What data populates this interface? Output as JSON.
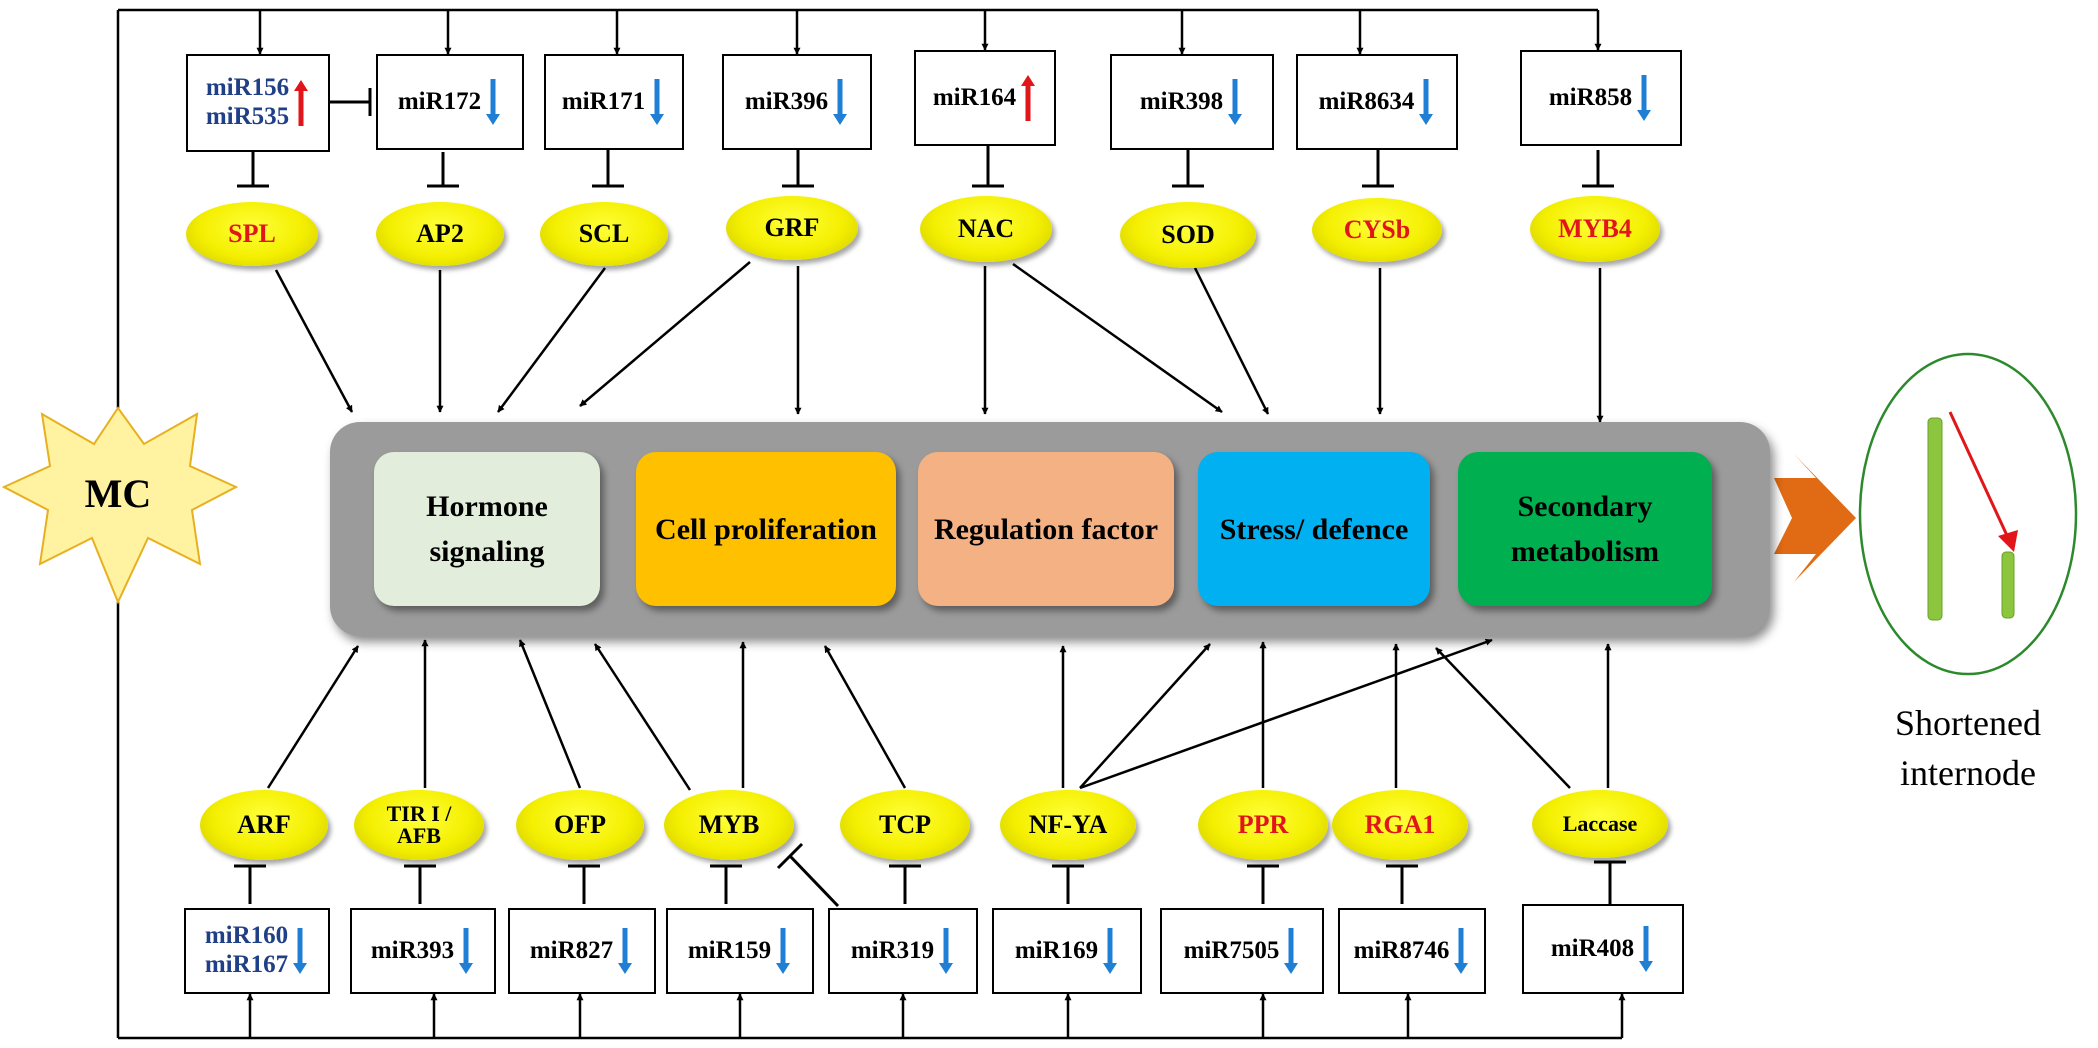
{
  "trigger": {
    "label": "MC"
  },
  "categories": [
    {
      "label": "Hormone signaling",
      "color": "#e2eedb"
    },
    {
      "label": "Cell proliferation",
      "color": "#ffc000"
    },
    {
      "label": "Regulation factor",
      "color": "#f4b183"
    },
    {
      "label": "Stress/ defence",
      "color": "#00b0f0"
    },
    {
      "label": "Secondary metabolism",
      "color": "#00b050"
    }
  ],
  "top_mirnas": [
    {
      "names": [
        "miR156",
        "miR535"
      ],
      "direction": "up"
    },
    {
      "names": [
        "miR172"
      ],
      "direction": "down"
    },
    {
      "names": [
        "miR171"
      ],
      "direction": "down"
    },
    {
      "names": [
        "miR396"
      ],
      "direction": "down"
    },
    {
      "names": [
        "miR164"
      ],
      "direction": "up"
    },
    {
      "names": [
        "miR398"
      ],
      "direction": "down"
    },
    {
      "names": [
        "miR8634"
      ],
      "direction": "down"
    },
    {
      "names": [
        "miR858"
      ],
      "direction": "down"
    }
  ],
  "top_targets": [
    {
      "label": "SPL",
      "color": "red"
    },
    {
      "label": "AP2",
      "color": "black"
    },
    {
      "label": "SCL",
      "color": "black"
    },
    {
      "label": "GRF",
      "color": "black"
    },
    {
      "label": "NAC",
      "color": "black"
    },
    {
      "label": "SOD",
      "color": "black"
    },
    {
      "label": "CYSb",
      "color": "red"
    },
    {
      "label": "MYB4",
      "color": "red"
    }
  ],
  "bottom_mirnas": [
    {
      "names": [
        "miR160",
        "miR167"
      ],
      "direction": "down"
    },
    {
      "names": [
        "miR393"
      ],
      "direction": "down"
    },
    {
      "names": [
        "miR827"
      ],
      "direction": "down"
    },
    {
      "names": [
        "miR159"
      ],
      "direction": "down"
    },
    {
      "names": [
        "miR319"
      ],
      "direction": "down"
    },
    {
      "names": [
        "miR169"
      ],
      "direction": "down"
    },
    {
      "names": [
        "miR7505"
      ],
      "direction": "down"
    },
    {
      "names": [
        "miR8746"
      ],
      "direction": "down"
    },
    {
      "names": [
        "miR408"
      ],
      "direction": "down"
    }
  ],
  "bottom_targets": [
    {
      "label": "ARF",
      "color": "black"
    },
    {
      "label": "TIR I / AFB",
      "color": "black"
    },
    {
      "label": "OFP",
      "color": "black"
    },
    {
      "label": "MYB",
      "color": "black"
    },
    {
      "label": "TCP",
      "color": "black"
    },
    {
      "label": "NF-YA",
      "color": "black"
    },
    {
      "label": "PPR",
      "color": "red"
    },
    {
      "label": "RGA1",
      "color": "red"
    },
    {
      "label": "Laccase",
      "color": "black"
    }
  ],
  "outcome": {
    "label": "Shortened internode"
  },
  "colors": {
    "up_arrow": "#e0161a",
    "down_arrow": "#1f7fd4",
    "target_red": "#e0161a",
    "dual_mirna_blue": "#1f3f86",
    "panel": "#9b9b9b",
    "outcome_arrow": "#e06b14",
    "internode": "#8cc63e",
    "ellipse_border": "#2c8a2c"
  }
}
